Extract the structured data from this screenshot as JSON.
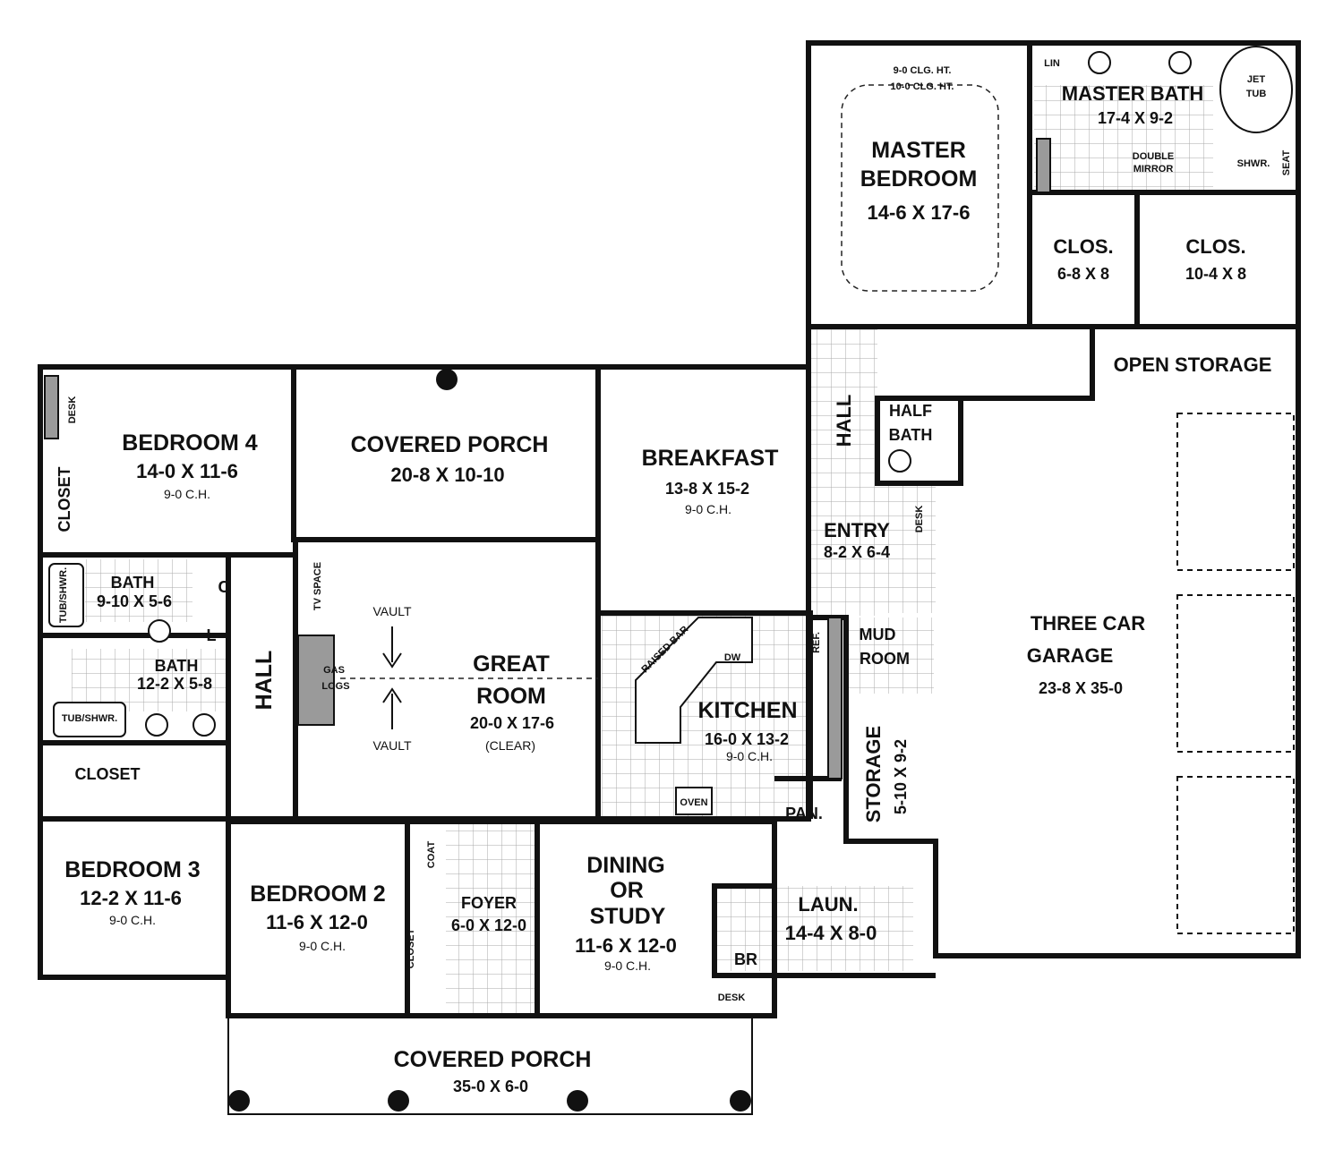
{
  "rooms": {
    "master_bedroom": {
      "name1": "MASTER",
      "name2": "BEDROOM",
      "size": "14-6 X 17-6",
      "ceiling1": "9-0 CLG. HT.",
      "ceiling2": "10-0 CLG. HT."
    },
    "master_bath": {
      "name": "MASTER BATH",
      "size": "17-4 X 9-2",
      "linen": "LIN",
      "tub1": "JET",
      "tub2": "TUB",
      "mirror1": "DOUBLE",
      "mirror2": "MIRROR",
      "shower": "SHWR.",
      "seat": "SEAT"
    },
    "closet_a": {
      "name": "CLOS.",
      "size": "6-8 X 8"
    },
    "closet_b": {
      "name": "CLOS.",
      "size": "10-4 X 8"
    },
    "open_storage": {
      "name": "OPEN STORAGE"
    },
    "garage": {
      "name1": "THREE CAR",
      "name2": "GARAGE",
      "size": "23-8 X 35-0"
    },
    "hall_right": {
      "name": "HALL"
    },
    "half_bath": {
      "name1": "HALF",
      "name2": "BATH"
    },
    "entry": {
      "name": "ENTRY",
      "size": "8-2 X 6-4",
      "desk": "DESK"
    },
    "mud_room": {
      "name1": "MUD",
      "name2": "ROOM"
    },
    "storage": {
      "name": "STORAGE",
      "size": "5-10 X 9-2"
    },
    "pantry": {
      "name": "PAN."
    },
    "laundry": {
      "name": "LAUN.",
      "size": "14-4 X 8-0",
      "br": "BR"
    },
    "breakfast": {
      "name": "BREAKFAST",
      "size": "13-8 X 15-2",
      "ceiling": "9-0 C.H."
    },
    "kitchen": {
      "name": "KITCHEN",
      "size": "16-0 X 13-2",
      "ceiling": "9-0 C.H.",
      "bar": "RAISED BAR",
      "dw": "DW",
      "ref": "REF.",
      "oven": "OVEN"
    },
    "covered_porch_rear": {
      "name": "COVERED PORCH",
      "size": "20-8 X 10-10"
    },
    "great_room": {
      "name1": "GREAT",
      "name2": "ROOM",
      "size": "20-0 X 17-6",
      "note": "(CLEAR)",
      "vault_top": "VAULT",
      "vault_bottom": "VAULT",
      "tv": "TV SPACE",
      "gas1": "GAS",
      "gas2": "LOGS"
    },
    "bedroom4": {
      "name": "BEDROOM 4",
      "size": "14-0 X 11-6",
      "ceiling": "9-0 C.H.",
      "desk": "DESK",
      "closet": "CLOSET"
    },
    "bath1": {
      "name": "BATH",
      "size": "9-10 X 5-6",
      "tub": "TUB/SHWR.",
      "c": "C",
      "l": "L"
    },
    "bath2": {
      "name": "BATH",
      "size": "12-2 X 5-8",
      "tub": "TUB/SHWR."
    },
    "hall_left": {
      "name": "HALL"
    },
    "bedroom3": {
      "name": "BEDROOM 3",
      "size": "12-2 X 11-6",
      "ceiling": "9-0 C.H.",
      "closet": "CLOSET"
    },
    "bedroom2": {
      "name": "BEDROOM 2",
      "size": "11-6 X 12-0",
      "ceiling": "9-0 C.H.",
      "closet": "CLOSET"
    },
    "foyer": {
      "name": "FOYER",
      "size": "6-0 X 12-0",
      "coat": "COAT"
    },
    "dining": {
      "name1": "DINING",
      "name2": "OR",
      "name3": "STUDY",
      "size": "11-6 X 12-0",
      "ceiling": "9-0 C.H.",
      "desk": "DESK"
    },
    "covered_porch_front": {
      "name": "COVERED PORCH",
      "size": "35-0 X 6-0"
    }
  }
}
